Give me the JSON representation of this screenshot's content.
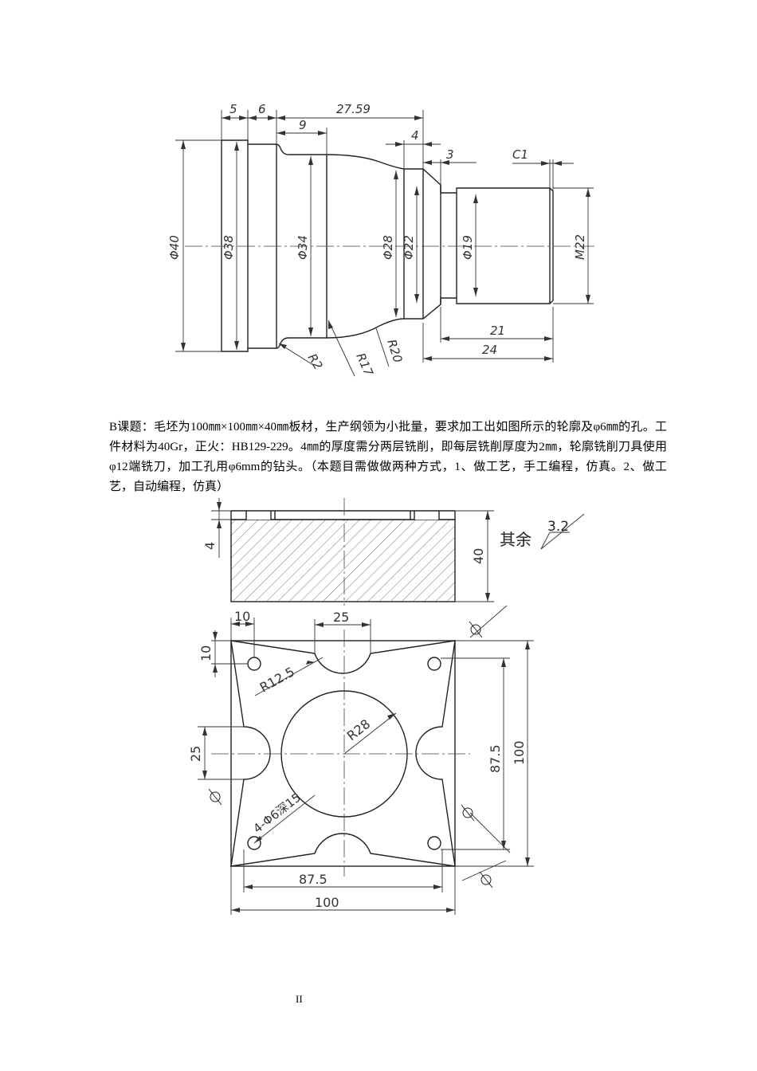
{
  "top_drawing": {
    "dims": {
      "d5": "5",
      "d6": "6",
      "d2759": "27.59",
      "d9": "9",
      "d4": "4",
      "d3": "3",
      "dc1": "C1",
      "phi40": "Φ40",
      "phi38": "Φ38",
      "phi34": "Φ34",
      "phi28": "Φ28",
      "phi22": "Φ22",
      "phi19": "Φ19",
      "m22": "M22",
      "r2": "R2",
      "r17": "R17",
      "r20": "R20",
      "d21": "21",
      "d24": "24"
    }
  },
  "paragraph": "B课题：毛坯为100㎜×100㎜×40㎜板材，生产纲领为小批量，要求加工出如图所示的轮廓及φ6㎜的孔。工件材料为40Gr，正火：HB129-229。4㎜的厚度需分两层铣削，即每层铣削厚度为2㎜，轮廓铣削刀具使用φ12端铣刀，加工孔用φ6mm的钻头。（本题目需做做两种方式，1、做工艺，手工编程，仿真。2、做工艺，自动编程，仿真）",
  "bottom_drawing": {
    "section": {
      "d4": "4",
      "d40": "40",
      "roughness_label": "其余",
      "roughness_value": "3.2"
    },
    "plan": {
      "d10_top": "10",
      "d25_top": "25",
      "d10_left": "10",
      "d25_left": "25",
      "r125": "R12.5",
      "r28": "R28",
      "holes": "4-Φ6深15",
      "d875_right": "87.5",
      "d100_right": "100",
      "d875_bottom": "87.5",
      "d100_bottom": "100"
    }
  },
  "page_number": "II"
}
